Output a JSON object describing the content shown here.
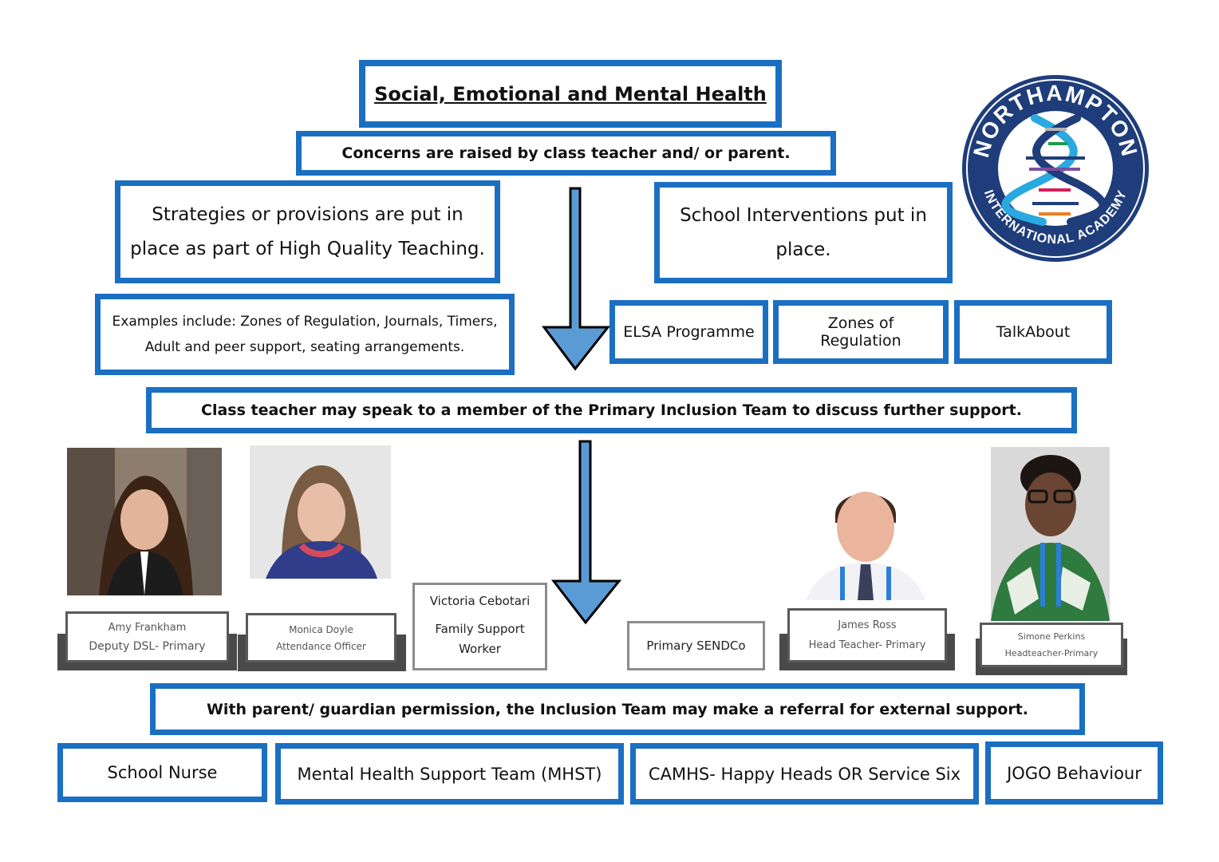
{
  "colors": {
    "box_border": "#1b6fc2",
    "arrow_fill": "#5b9bd5",
    "logo_navy": "#1f3d7a"
  },
  "title": "Social, Emotional and Mental Health",
  "concerns": "Concerns are raised by class teacher and/ or parent.",
  "strategies": "Strategies or provisions are put in place as part of High Quality Teaching.",
  "interventions": "School Interventions put in place.",
  "examples": "Examples include: Zones of Regulation, Journals, Timers, Adult and peer support, seating arrangements.",
  "intervention_items": [
    "ELSA Programme",
    "Zones of Regulation",
    "TalkAbout"
  ],
  "class_teacher": "Class teacher may speak to a member of the Primary Inclusion Team to discuss further support.",
  "team": {
    "amy": {
      "name": "Amy Frankham",
      "role": "Deputy DSL- Primary"
    },
    "monica": {
      "name": "Monica Doyle",
      "role": "Attendance Officer"
    },
    "victoria": {
      "name": "Victoria Cebotari",
      "role": "Family Support Worker"
    },
    "sendco": {
      "role": "Primary SENDCo"
    },
    "james": {
      "name": "James Ross",
      "role": "Head Teacher- Primary"
    },
    "simone": {
      "name": "Simone Perkins",
      "role": "Headteacher-Primary"
    }
  },
  "referral": "With parent/ guardian permission, the Inclusion Team may make a referral for external support.",
  "external_support": [
    "School Nurse",
    "Mental Health Support Team (MHST)",
    "CAMHS- Happy Heads OR Service Six",
    "JOGO Behaviour"
  ],
  "logo": {
    "top_text": "NORTHAMPTON",
    "bottom_text": "INTERNATIONAL ACADEMY"
  },
  "photo_icons": [
    "person-photo-icon"
  ]
}
